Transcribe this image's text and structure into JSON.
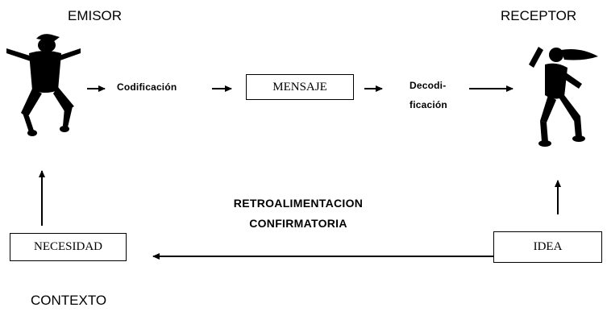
{
  "emisor": "EMISOR",
  "receptor": "RECEPTOR",
  "codificacion": "Codificación",
  "mensaje": "MENSAJE",
  "decodificacion_line1": "Decodi-",
  "decodificacion_line2": "ficación",
  "retro_line1": "RETROALIMENTACION",
  "retro_line2": "CONFIRMATORIA",
  "necesidad": "NECESIDAD",
  "idea": "IDEA",
  "contexto": "CONTEXTO"
}
